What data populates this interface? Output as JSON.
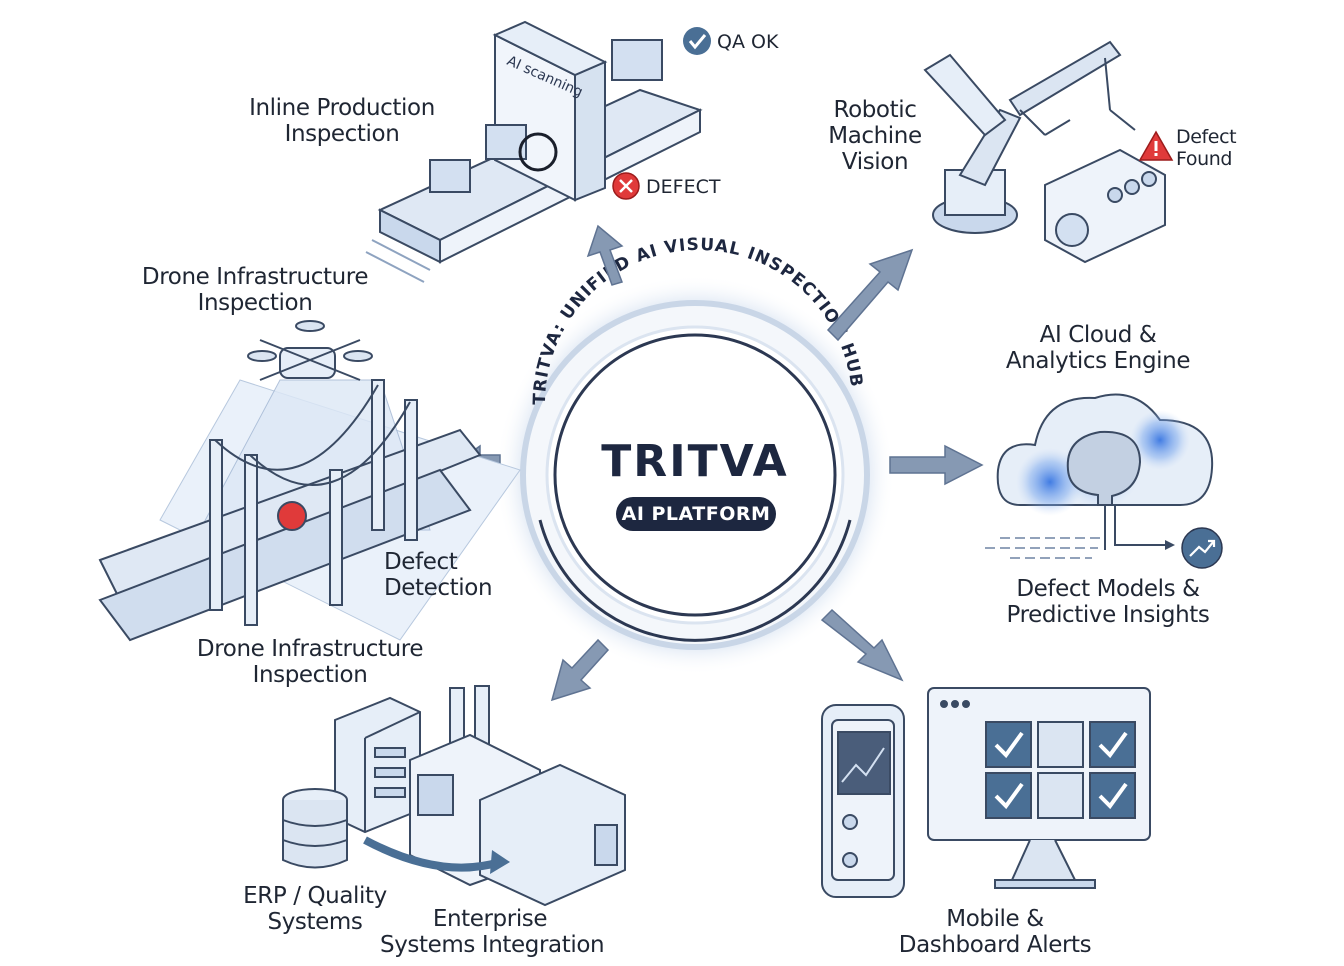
{
  "hub": {
    "title": "TRITVA",
    "badge": "AI PLATFORM",
    "ring_text": "TRITVA: UNIFIED AI VISUAL INSPECTION HUB"
  },
  "nodes": {
    "inline": {
      "line1": "Inline Production",
      "line2": "Inspection",
      "scan_label": "AI scanning",
      "qa_ok": "QA OK",
      "defect": "DEFECT"
    },
    "robotic": {
      "line1": "Robotic",
      "line2": "Machine",
      "line3": "Vision",
      "defect_line1": "Defect",
      "defect_line2": "Found"
    },
    "drone_top": {
      "line1": "Drone Infrastructure",
      "line2": "Inspection"
    },
    "drone_defect": {
      "line1": "Defect",
      "line2": "Detection"
    },
    "drone_bottom": {
      "line1": "Drone Infrastructure",
      "line2": "Inspection"
    },
    "cloud": {
      "line1": "AI Cloud &",
      "line2": "Analytics Engine"
    },
    "models": {
      "line1": "Defect Models &",
      "line2": "Predictive Insights"
    },
    "erp": {
      "line1": "ERP / Quality",
      "line2": "Systems"
    },
    "enterprise": {
      "line1": "Enterprise",
      "line2": "Systems Integration"
    },
    "mobile": {
      "line1": "Mobile &",
      "line2": "Dashboard Alerts"
    }
  },
  "colors": {
    "outline": "#3a4a63",
    "fill_light": "#e6eef8",
    "fill_mid": "#c9d8ec",
    "arrow": "#7f93ad",
    "hub_dark": "#1d2740",
    "alert_red": "#e03a3a",
    "ok_blue": "#4a6f95",
    "glow_blue": "#3f7fe0"
  },
  "icons": [
    "check-circle-icon",
    "x-circle-icon",
    "warning-triangle-icon",
    "trend-up-icon",
    "checkbox-icon"
  ]
}
